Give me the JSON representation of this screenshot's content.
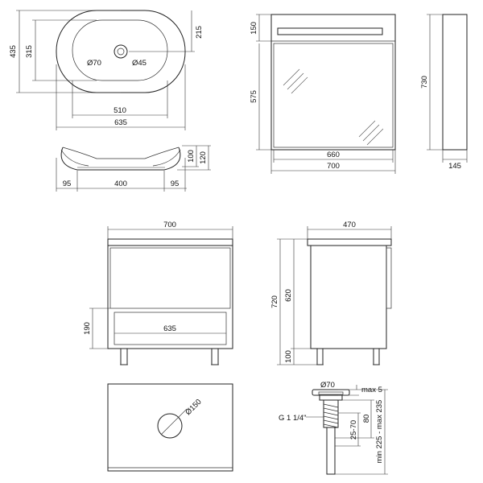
{
  "dims": {
    "basin_height": "435",
    "basin_inner_height": "315",
    "basin_tap_offset": "215",
    "tap_hole": "Ø70",
    "drain_hole": "Ø45",
    "basin_inner_width": "510",
    "basin_width": "635",
    "basin_side_h1": "100",
    "basin_side_h2": "120",
    "basin_foot_left": "95",
    "basin_foot_span": "400",
    "basin_foot_right": "95",
    "mirror_shelf_h": "150",
    "mirror_glass_h": "575",
    "mirror_total_h": "730",
    "mirror_glass_w": "660",
    "mirror_total_w": "700",
    "mirror_depth": "145",
    "cabinet_width": "700",
    "cabinet_niche_h": "190",
    "cabinet_niche_w": "635",
    "cabinet_depth": "470",
    "cabinet_total_h": "720",
    "cabinet_body_h": "620",
    "cabinet_legs_h": "100",
    "top_hole": "Ø150",
    "siphon_top": "Ø70",
    "siphon_max": "max 5",
    "siphon_thread": "G 1 1/4\"",
    "siphon_80": "80",
    "siphon_25_70": "25-70",
    "siphon_range": "min 225 - max 235"
  }
}
